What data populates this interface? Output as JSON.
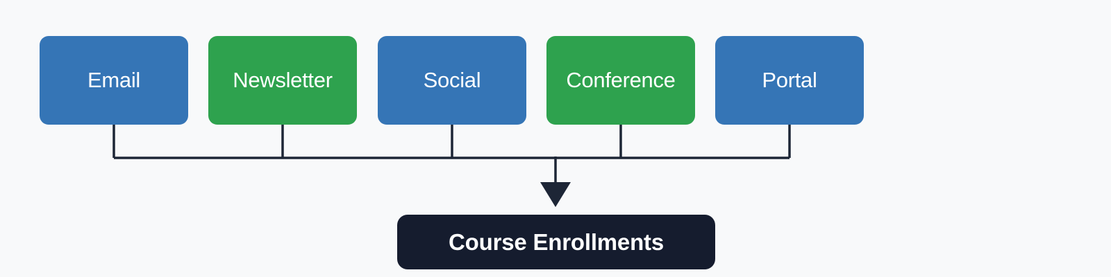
{
  "background": "#f8f9fa",
  "diagram": {
    "type": "flowchart",
    "direction": "top-down",
    "connector_color": "#1d2636",
    "text_color": "#ffffff",
    "source_nodes": [
      {
        "label": "Email",
        "color": "#3575b6"
      },
      {
        "label": "Newsletter",
        "color": "#2ea24e"
      },
      {
        "label": "Social",
        "color": "#3575b6"
      },
      {
        "label": "Conference",
        "color": "#2ea24e"
      },
      {
        "label": "Portal",
        "color": "#3575b6"
      }
    ],
    "target_node": {
      "label": "Course Enrollments",
      "color": "#151c2e"
    },
    "edges": [
      {
        "from": "Email",
        "to": "Course Enrollments"
      },
      {
        "from": "Newsletter",
        "to": "Course Enrollments"
      },
      {
        "from": "Social",
        "to": "Course Enrollments"
      },
      {
        "from": "Conference",
        "to": "Course Enrollments"
      },
      {
        "from": "Portal",
        "to": "Course Enrollments"
      }
    ]
  }
}
